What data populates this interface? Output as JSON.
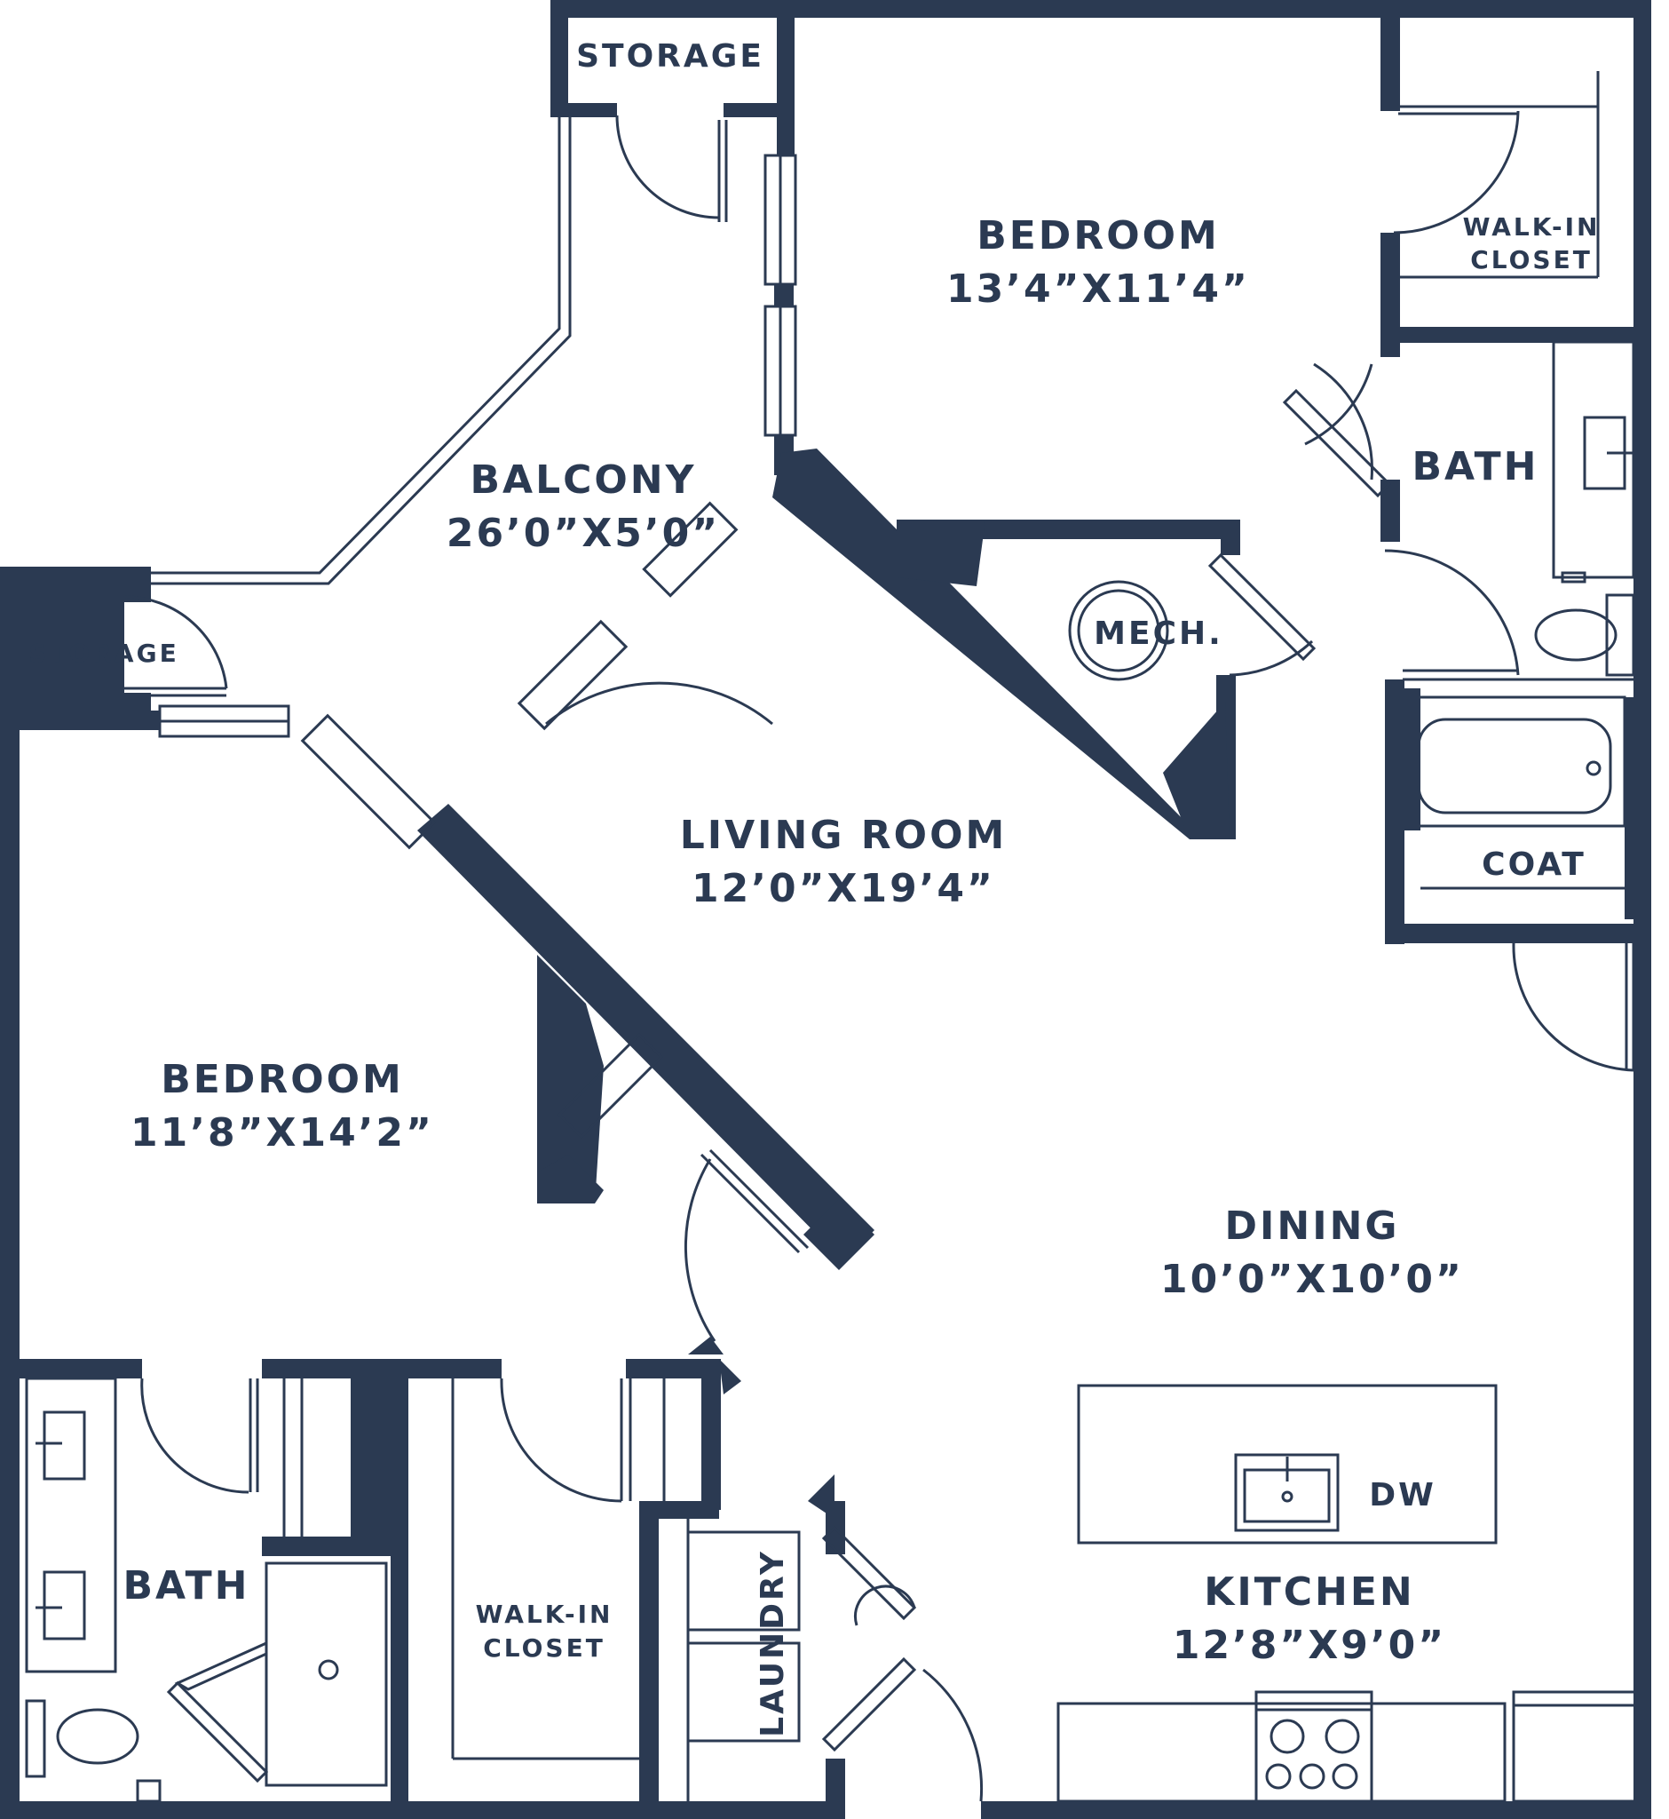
{
  "colors": {
    "wall": "#2b3a52",
    "line": "#2b3a52",
    "background": "#ffffff"
  },
  "rooms": {
    "storage_top": {
      "name": "STORAGE"
    },
    "bedroom_main": {
      "name": "BEDROOM",
      "dims": "13’4”X11’4”"
    },
    "walkin_top": {
      "line1": "WALK-IN",
      "line2": "CLOSET"
    },
    "balcony": {
      "name": "BALCONY",
      "dims": "26’0”X5’0”"
    },
    "storage_left": {
      "name": "STORAGE"
    },
    "bath_right": {
      "name": "BATH"
    },
    "mech": {
      "name": "MECH."
    },
    "living": {
      "name": "LIVING ROOM",
      "dims": "12’0”X19’4”"
    },
    "coat": {
      "name": "COAT"
    },
    "bedroom_second": {
      "name": "BEDROOM",
      "dims": "11’8”X14’2”"
    },
    "dining": {
      "name": "DINING",
      "dims": "10’0”X10’0”"
    },
    "dw": {
      "name": "DW"
    },
    "kitchen": {
      "name": "KITCHEN",
      "dims": "12’8”X9’0”"
    },
    "bath_left": {
      "name": "BATH"
    },
    "walkin_bottom": {
      "line1": "WALK-IN",
      "line2": "CLOSET"
    },
    "laundry": {
      "name": "LAUNDRY"
    }
  }
}
